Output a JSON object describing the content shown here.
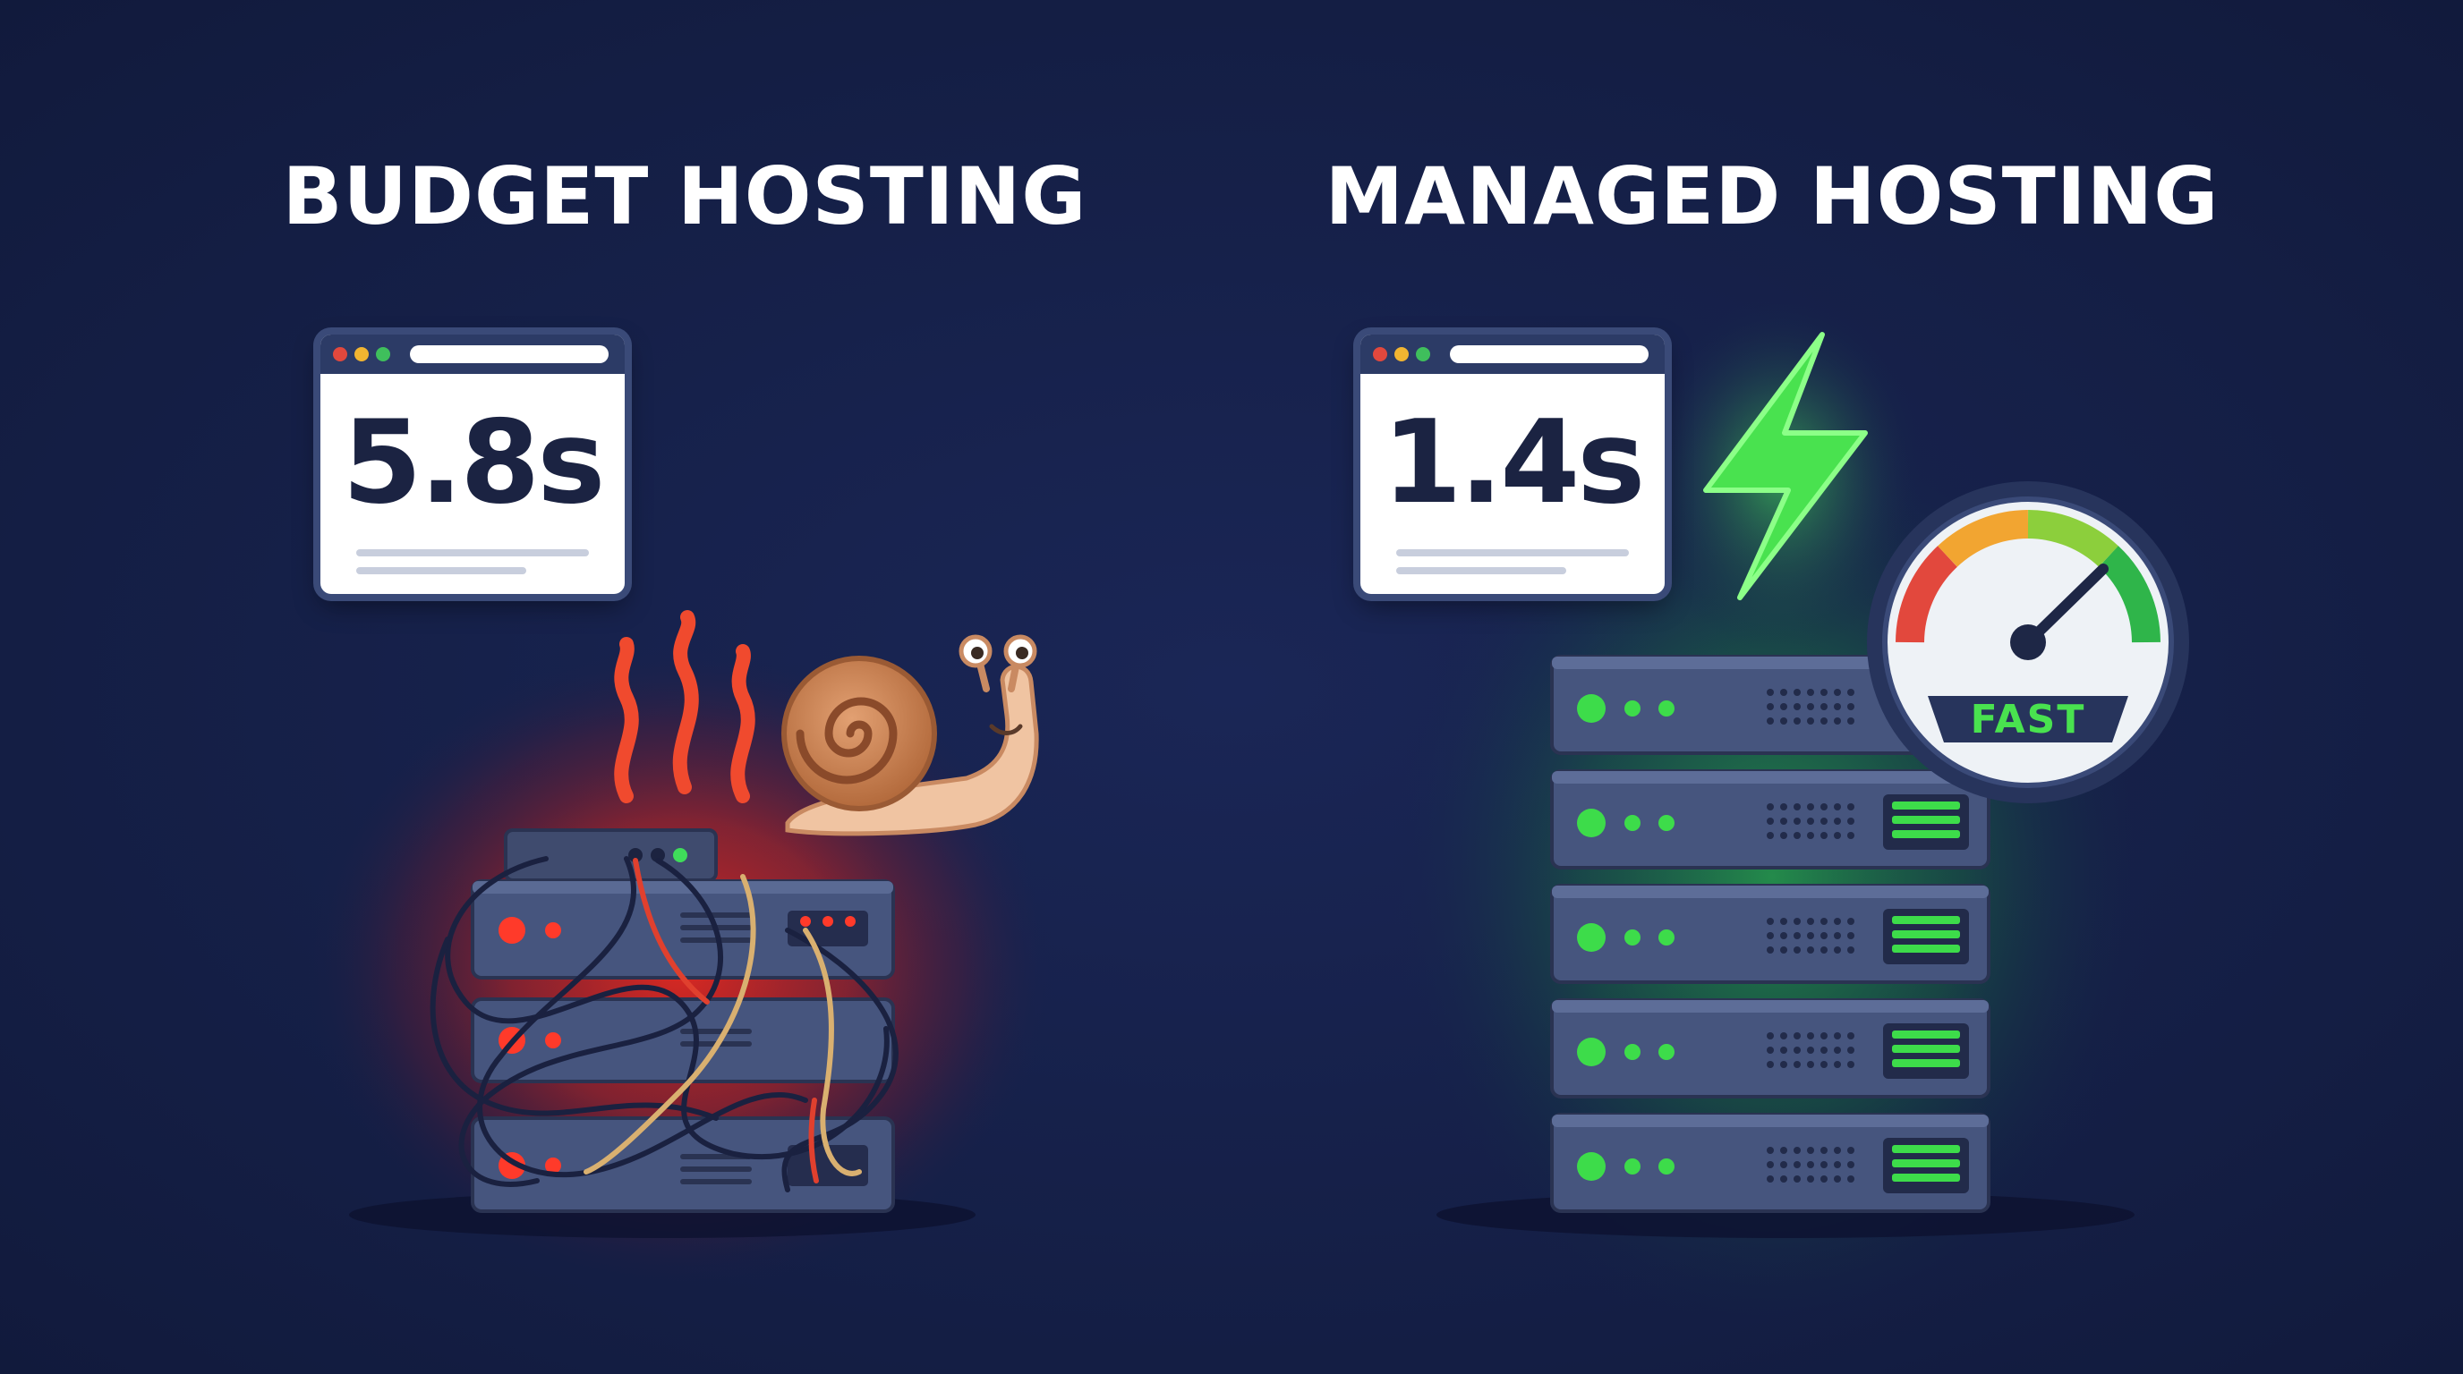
{
  "left": {
    "heading": "BUDGET HOSTING",
    "load_time": "5.8s",
    "accent_color": "#e53935",
    "icons": [
      "browser-window-icon",
      "heat-waves-icon",
      "snail-icon",
      "tangled-server-rack-icon"
    ]
  },
  "right": {
    "heading": "MANAGED HOSTING",
    "load_time": "1.4s",
    "gauge_label": "FAST",
    "accent_color": "#3ddc4a",
    "icons": [
      "browser-window-icon",
      "lightning-bolt-icon",
      "speedometer-icon",
      "server-rack-icon"
    ]
  },
  "background_color": "#16214a"
}
